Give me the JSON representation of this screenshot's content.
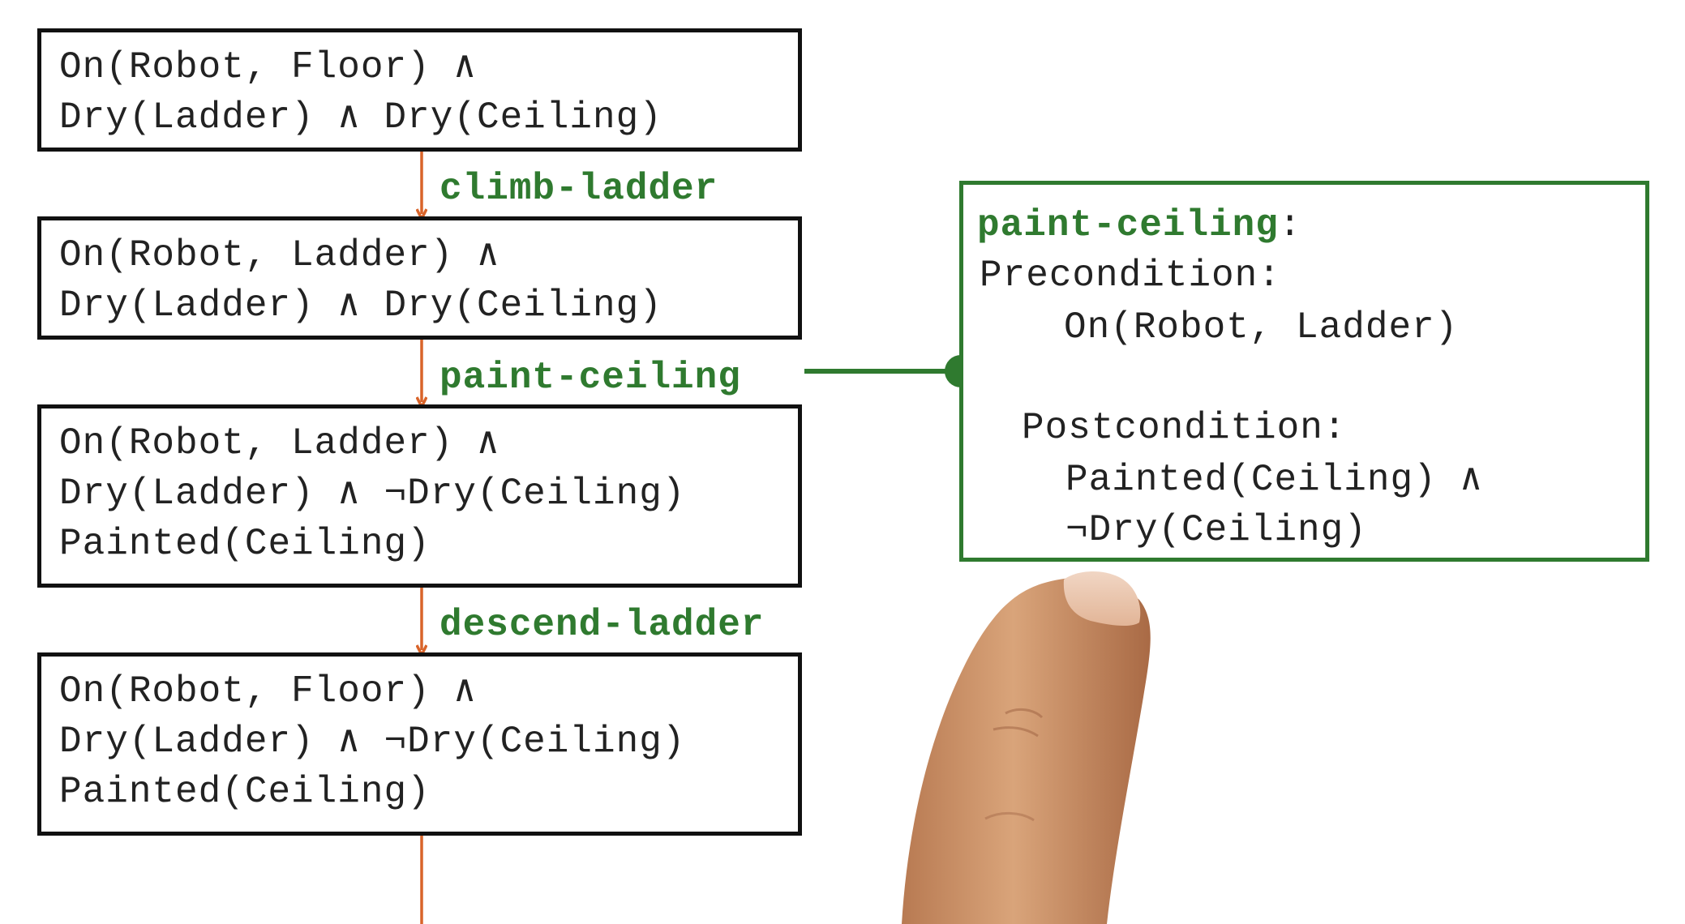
{
  "states": [
    {
      "lines": [
        "On(Robot, Floor) ∧",
        "Dry(Ladder) ∧ Dry(Ceiling)"
      ]
    },
    {
      "lines": [
        "On(Robot, Ladder) ∧",
        "Dry(Ladder) ∧ Dry(Ceiling)"
      ]
    },
    {
      "lines": [
        "On(Robot, Ladder) ∧",
        "Dry(Ladder) ∧ ¬Dry(Ceiling)",
        "Painted(Ceiling)"
      ]
    },
    {
      "lines": [
        "On(Robot, Floor) ∧",
        "Dry(Ladder) ∧ ¬Dry(Ceiling)",
        "Painted(Ceiling)"
      ]
    }
  ],
  "actions": [
    {
      "label": "climb-ladder"
    },
    {
      "label": "paint-ceiling"
    },
    {
      "label": "descend-ladder"
    }
  ],
  "detail": {
    "title": "paint-ceiling",
    "title_suffix": ":",
    "precondition_label": "Precondition:",
    "precondition_value": "On(Robot, Ladder)",
    "postcondition_label": "Postcondition:",
    "postcondition_lines": [
      "Painted(Ceiling) ∧",
      "¬Dry(Ceiling)"
    ]
  },
  "colors": {
    "state_border": "#111111",
    "action_green": "#2f7a2f",
    "arrow_orange": "#d9642a",
    "text": "#222222"
  }
}
